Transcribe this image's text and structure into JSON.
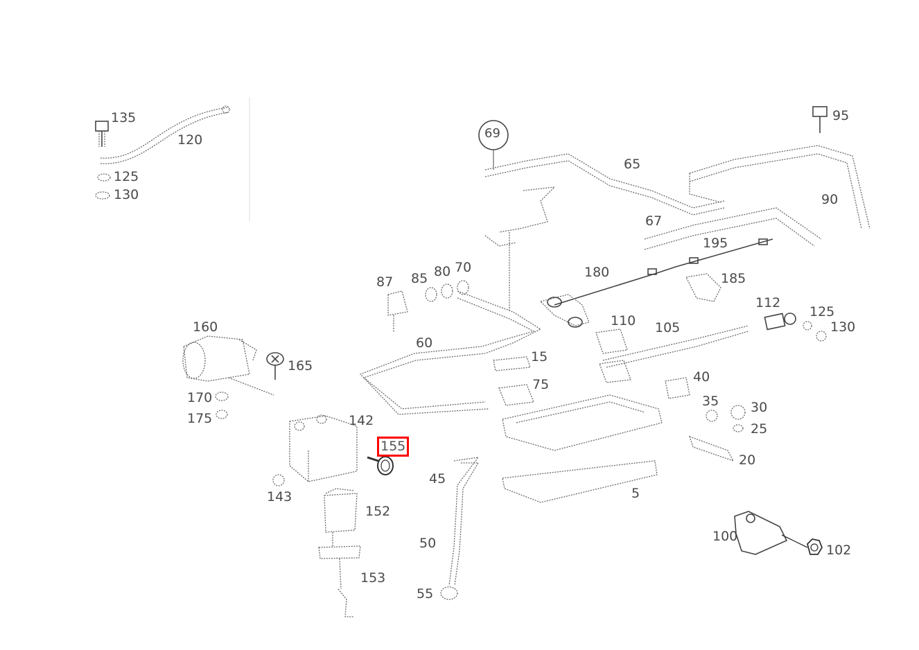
{
  "diagram": {
    "selected_part": "155",
    "callout": "69",
    "parts": [
      {
        "id": "p135",
        "label": "135"
      },
      {
        "id": "p120",
        "label": "120"
      },
      {
        "id": "p125a",
        "label": "125"
      },
      {
        "id": "p130a",
        "label": "130"
      },
      {
        "id": "p95",
        "label": "95"
      },
      {
        "id": "p65",
        "label": "65"
      },
      {
        "id": "p90",
        "label": "90"
      },
      {
        "id": "p67",
        "label": "67"
      },
      {
        "id": "p195",
        "label": "195"
      },
      {
        "id": "p180",
        "label": "180"
      },
      {
        "id": "p185",
        "label": "185"
      },
      {
        "id": "p87",
        "label": "87"
      },
      {
        "id": "p85",
        "label": "85"
      },
      {
        "id": "p80",
        "label": "80"
      },
      {
        "id": "p70",
        "label": "70"
      },
      {
        "id": "p112",
        "label": "112"
      },
      {
        "id": "p125b",
        "label": "125"
      },
      {
        "id": "p130b",
        "label": "130"
      },
      {
        "id": "p160",
        "label": "160"
      },
      {
        "id": "p110",
        "label": "110"
      },
      {
        "id": "p105",
        "label": "105"
      },
      {
        "id": "p60",
        "label": "60"
      },
      {
        "id": "p165",
        "label": "165"
      },
      {
        "id": "p15",
        "label": "15"
      },
      {
        "id": "p40",
        "label": "40"
      },
      {
        "id": "p75",
        "label": "75"
      },
      {
        "id": "p170",
        "label": "170"
      },
      {
        "id": "p35",
        "label": "35"
      },
      {
        "id": "p30",
        "label": "30"
      },
      {
        "id": "p175",
        "label": "175"
      },
      {
        "id": "p142",
        "label": "142"
      },
      {
        "id": "p25",
        "label": "25"
      },
      {
        "id": "p155",
        "label": "155"
      },
      {
        "id": "p20",
        "label": "20"
      },
      {
        "id": "p45",
        "label": "45"
      },
      {
        "id": "p143",
        "label": "143"
      },
      {
        "id": "p5",
        "label": "5"
      },
      {
        "id": "p152",
        "label": "152"
      },
      {
        "id": "p100",
        "label": "100"
      },
      {
        "id": "p102",
        "label": "102"
      },
      {
        "id": "p50",
        "label": "50"
      },
      {
        "id": "p153",
        "label": "153"
      },
      {
        "id": "p55",
        "label": "55"
      }
    ]
  }
}
